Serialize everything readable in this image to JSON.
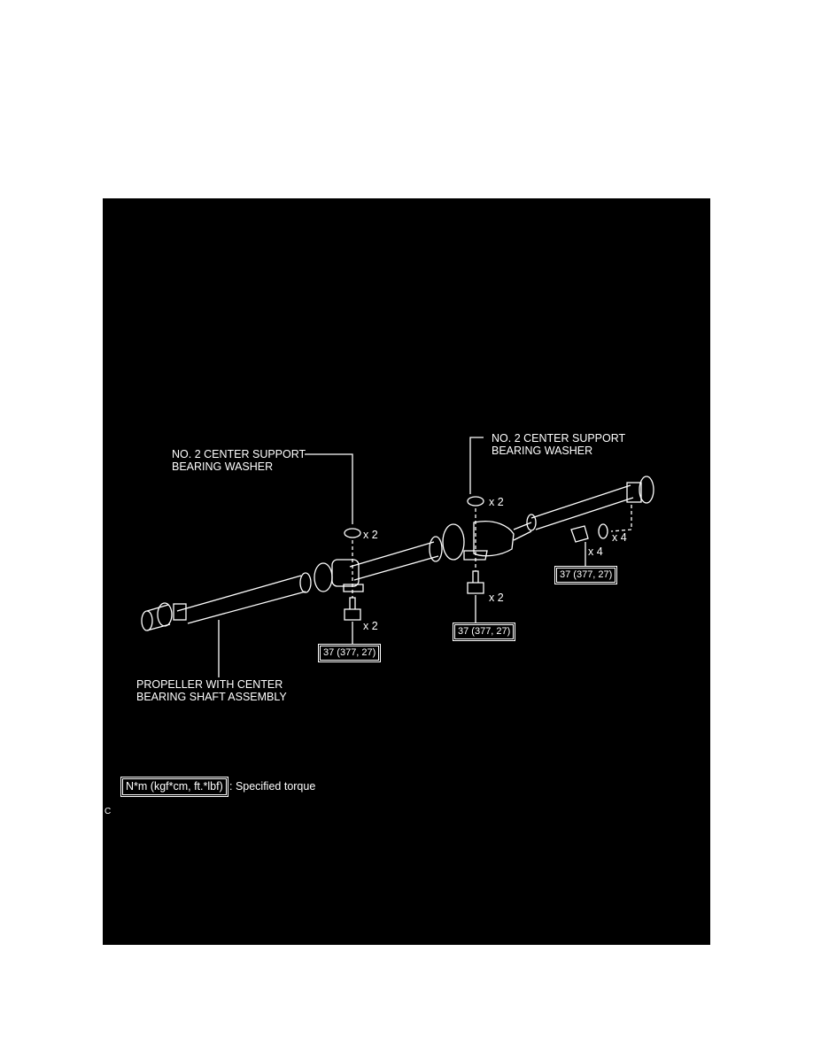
{
  "diagram": {
    "washer_label_left": [
      "NO. 2 CENTER SUPPORT",
      "BEARING WASHER"
    ],
    "washer_label_right": [
      "NO. 2 CENTER SUPPORT",
      "BEARING WASHER"
    ],
    "shaft_label": [
      "PROPELLER WITH CENTER",
      "BEARING SHAFT ASSEMBLY"
    ],
    "qty": {
      "x2": "x 2",
      "x4": "x 4"
    },
    "torque": "37 (377, 27)"
  },
  "legend": {
    "unit_box": "N*m (kgf*cm, ft.*lbf)",
    "text": ": Specified torque"
  },
  "figure_code": "C"
}
